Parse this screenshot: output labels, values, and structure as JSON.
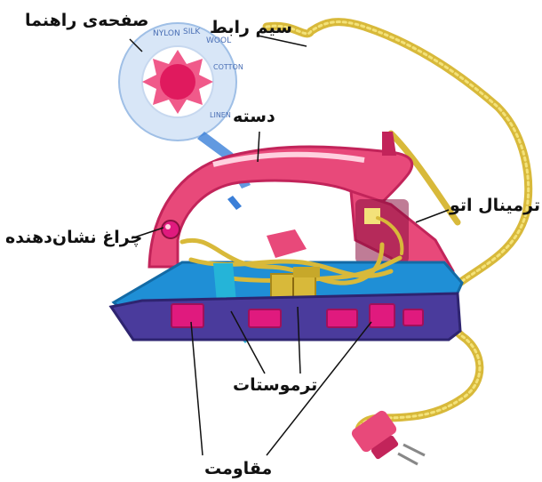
{
  "labels": {
    "guide_dial": "صفحه‌ی راهنما",
    "power_cord": "سیم رابط",
    "handle": "دسته",
    "iron_terminal": "ترمینال اتو",
    "indicator_lamp": "چراغ نشان‌دهنده",
    "thermostat": "ترموستات",
    "resistance": "مقاومت"
  },
  "dial_markings": [
    "NYLON",
    "SILK",
    "WOOL",
    "COTTON",
    "LINEN"
  ],
  "colors": {
    "body": "#e8497a",
    "body_dark": "#c2245a",
    "base_blue": "#1f8fd6",
    "sole_purple": "#4a3b9c",
    "element_magenta": "#e01a7e",
    "wire_gold": "#d8b93a",
    "bracket_cyan": "#25b4d8",
    "dial_fill": "#f05a8a"
  }
}
